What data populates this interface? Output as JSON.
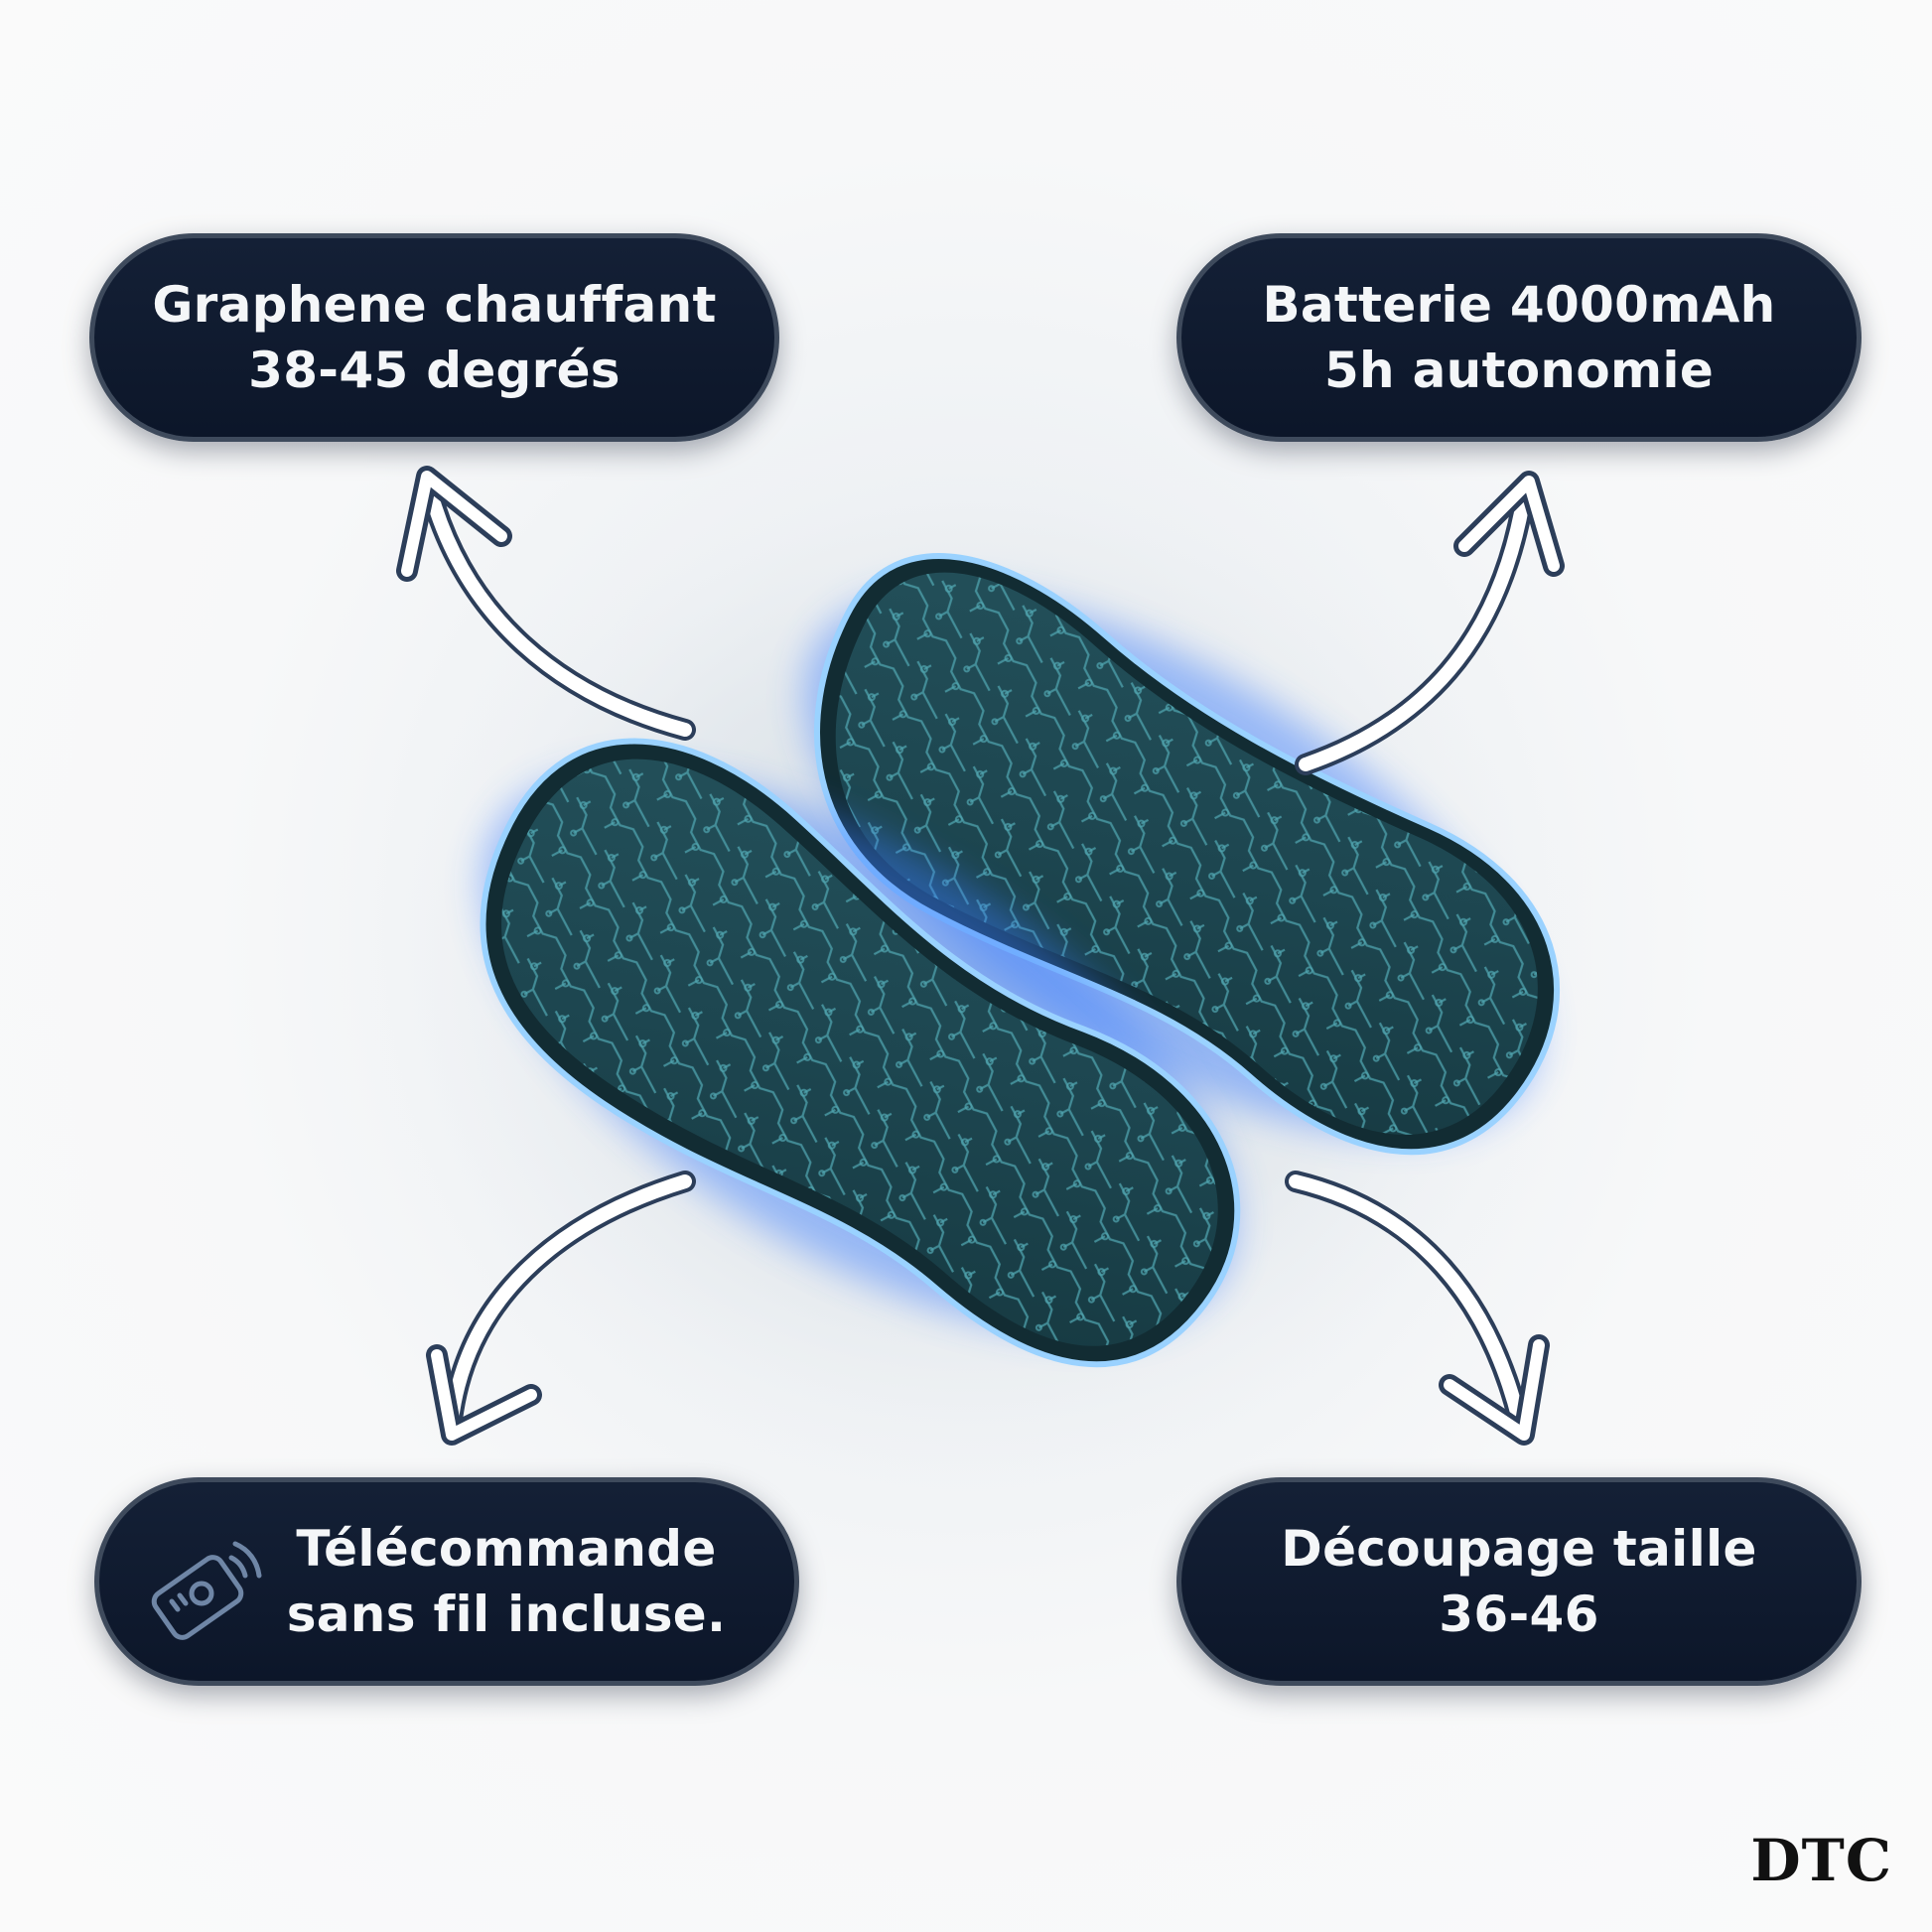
{
  "features": {
    "top_left": {
      "line1": "Graphene chauffant",
      "line2": "38-45 degrés"
    },
    "top_right": {
      "line1": "Batterie 4000mAh",
      "line2": "5h autonomie"
    },
    "bottom_left": {
      "line1": "Télécommande",
      "line2": "sans fil incluse.",
      "icon": "remote-control-icon"
    },
    "bottom_right": {
      "line1": "Découpage taille",
      "line2": "36-46"
    }
  },
  "brand": {
    "logo_text": "DTC"
  },
  "colors": {
    "pill_background": "#0c1629",
    "pill_border": "#3e4a5c",
    "insole_teal": "#1f5a66",
    "glow_blue": "#3b7dff",
    "arrow_stroke": "#2c3e5a"
  }
}
